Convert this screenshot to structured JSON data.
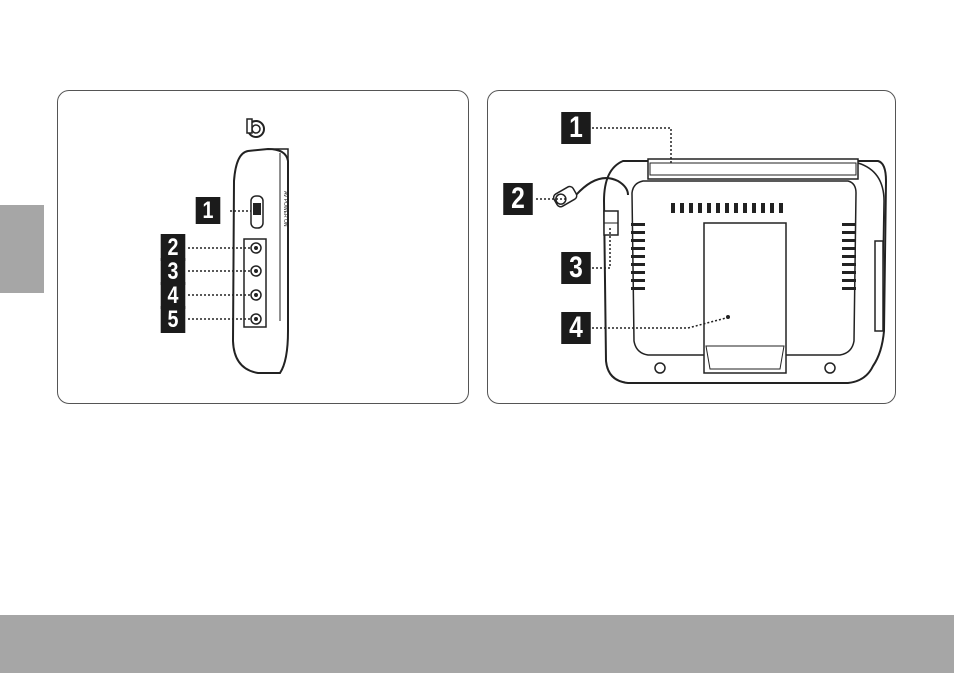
{
  "left_figure": {
    "callouts": [
      "1",
      "2",
      "3",
      "4",
      "5"
    ],
    "device_label": "AV POWER ON"
  },
  "right_figure": {
    "callouts": [
      "1",
      "2",
      "3",
      "4"
    ]
  },
  "colors": {
    "side_tab": "#a6a6a6",
    "footer_bar": "#a6a6a6",
    "callout_bg": "#1b1b1b"
  }
}
